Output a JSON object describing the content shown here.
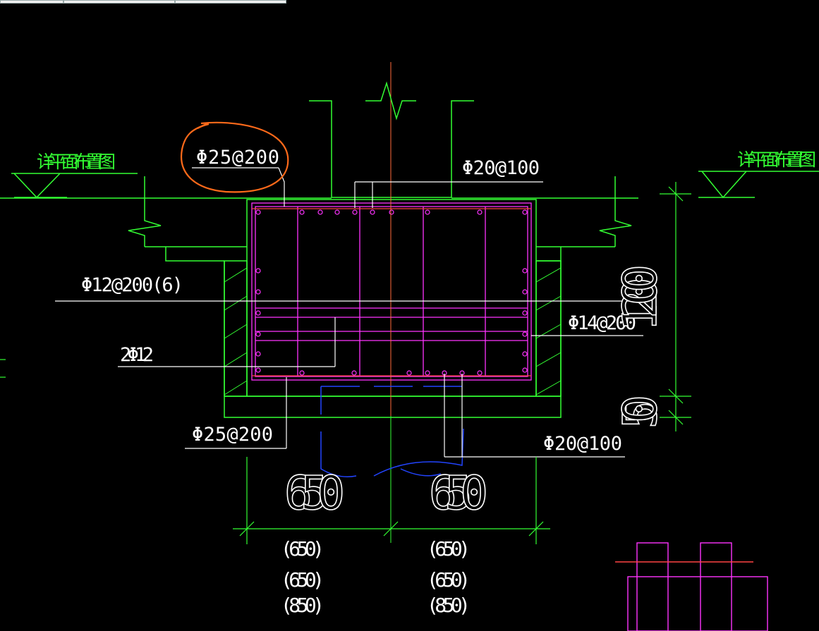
{
  "labels": {
    "ref_left": "详平面布置图",
    "ref_right": "详平面布置图",
    "top_bar_left": "Φ25@200",
    "top_bar_right": "Φ20@100",
    "side_stirrup": "Φ12@200(6)",
    "side_bar_right": "Φ14@200",
    "waist_bars": "2Φ12",
    "bottom_bar_left": "Φ25@200",
    "bottom_bar_right": "Φ20@100"
  },
  "dimensions": {
    "height_main": "1200",
    "height_small": "50",
    "width_left": "650",
    "width_right": "650",
    "alt_left": [
      "(650)",
      "(650)",
      "(850)"
    ],
    "alt_right": [
      "(650)",
      "(650)",
      "(850)"
    ]
  },
  "colors": {
    "background": "#000000",
    "outline_green": "#33ff33",
    "rebar_magenta": "#ff33ff",
    "centerline_red": "#ff4444",
    "highlight_orange": "#ff6a1a",
    "pile_blue": "#2244ff",
    "text_white": "#ffffff"
  }
}
